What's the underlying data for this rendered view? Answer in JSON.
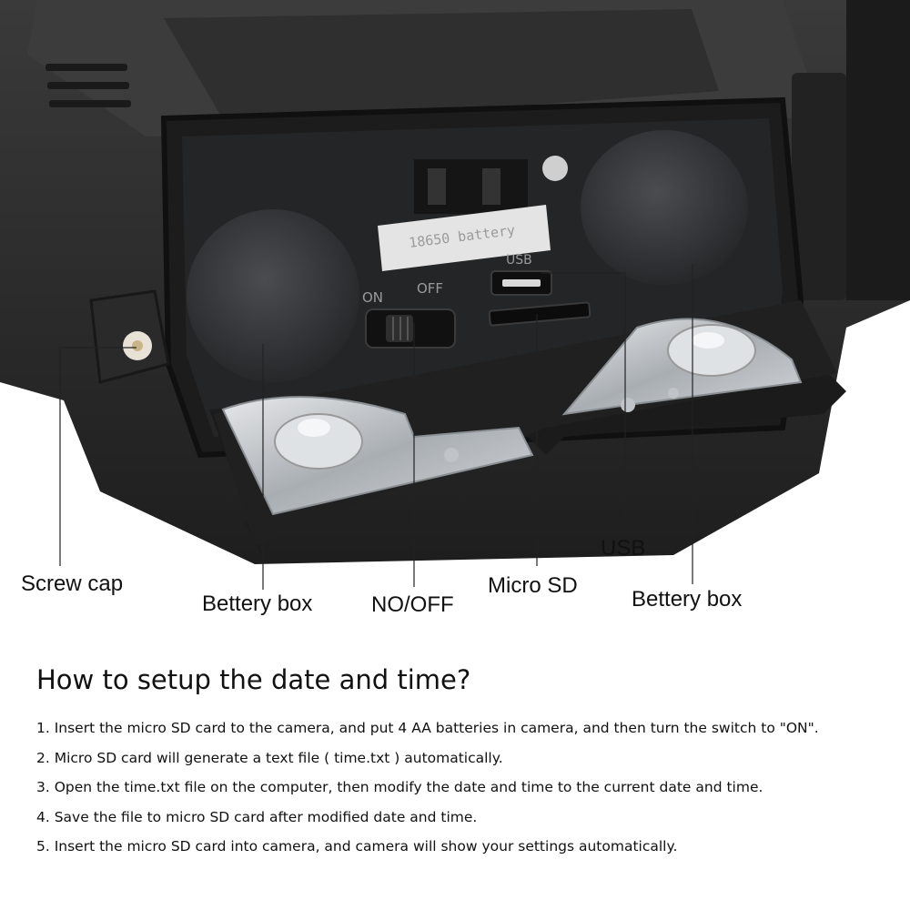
{
  "callouts": {
    "screw_cap": "Screw cap",
    "battery_box_left": "Bettery box",
    "power_switch": "NO/OFF",
    "micro_sd": "Micro SD",
    "usb": "USB",
    "battery_box_right": "Bettery box"
  },
  "device_labels": {
    "battery_slot": "18650 battery",
    "usb_port": "USB",
    "switch_on": "ON",
    "switch_off": "OFF"
  },
  "heading": "How to setup the date and time?",
  "steps": [
    "1. Insert the micro SD card to the camera, and put 4 AA batteries in camera, and then turn the switch to \"ON\".",
    "2. Micro SD card will generate a text file ( time.txt ) automatically.",
    "3. Open the time.txt file on the computer, then modify the date and time to the current date and time.",
    "4. Save the file to micro SD card after modified date and time.",
    "5. Insert the micro SD card into camera, and camera will show your settings automatically."
  ],
  "colors": {
    "background": "#ffffff",
    "camera_body": "#2b2b2b",
    "battery_lid": "#b8bcc0",
    "text": "#111111"
  }
}
